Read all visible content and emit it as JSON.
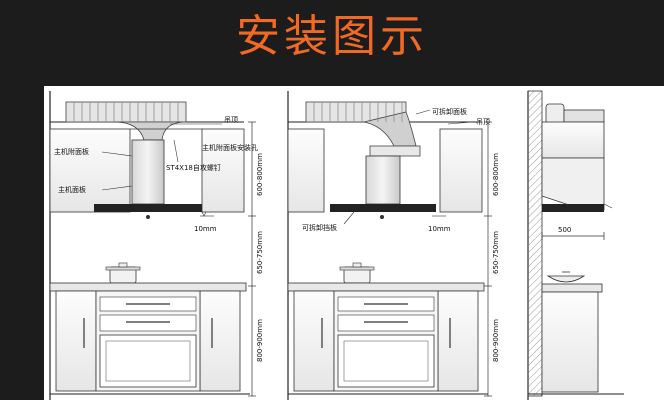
{
  "title": "安装图示",
  "view1": {
    "labels": {
      "hood_top": "吊顶",
      "host_attach_panel": "主机附面板",
      "host_attach_panel_mount_hole": "主机附面板安装孔",
      "screw": "ST4X18自攻螺钉",
      "host_panel": "主机面板"
    },
    "dims": {
      "hood_height": "600-800mm",
      "gap": "10mm",
      "hood_to_stove": "650-750mm",
      "cabinet_height": "800-900mm"
    }
  },
  "view2": {
    "labels": {
      "removable_top_panel": "可拆卸面板",
      "hood_top": "吊顶",
      "removable_baffle": "可拆卸挡板"
    },
    "dims": {
      "hood_height": "600-800mm",
      "gap": "10mm",
      "hood_to_stove": "650-750mm",
      "cabinet_height": "800-900mm"
    }
  },
  "view3": {
    "dims": {
      "depth": "500"
    }
  }
}
